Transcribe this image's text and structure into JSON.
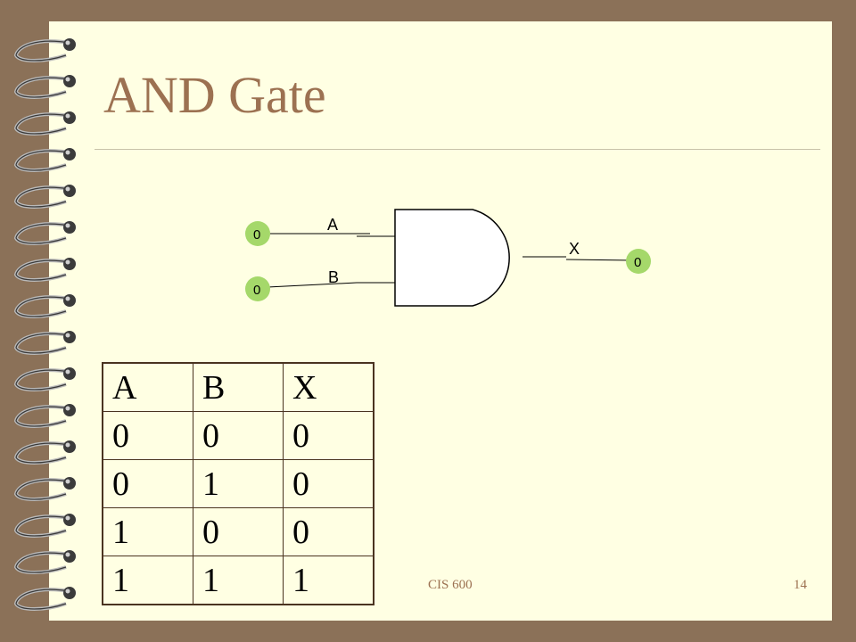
{
  "slide": {
    "title": "AND Gate",
    "footer_center": "CIS 600",
    "page_number": "14"
  },
  "circuit": {
    "gate_type": "AND",
    "input_a_label": "A",
    "input_b_label": "B",
    "output_label": "X",
    "input_a_value": "0",
    "input_b_value": "0",
    "output_value": "0",
    "indicator_color": "#a5d86a"
  },
  "truth_table": {
    "headers": [
      "A",
      "B",
      "X"
    ],
    "rows": [
      [
        "0",
        "0",
        "0"
      ],
      [
        "0",
        "1",
        "0"
      ],
      [
        "1",
        "0",
        "0"
      ],
      [
        "1",
        "1",
        "1"
      ]
    ]
  },
  "colors": {
    "background": "#8b7158",
    "page": "#ffffe3",
    "title": "#9c7151"
  }
}
